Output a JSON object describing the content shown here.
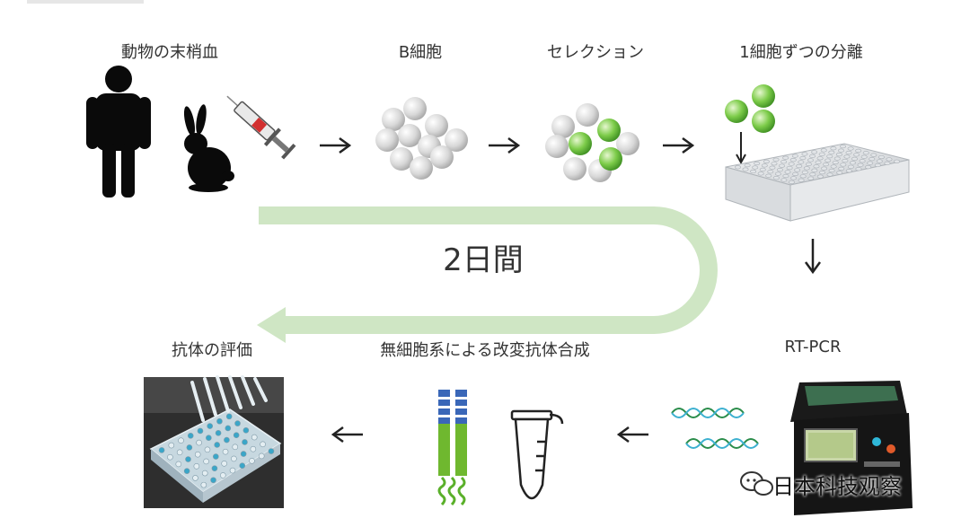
{
  "steps": {
    "animal_blood": "動物の末梢血",
    "b_cells": "B細胞",
    "selection": "セレクション",
    "single_cell": "1細胞ずつの分離",
    "rt_pcr": "RT-PCR",
    "cell_free": "無細胞系による改変抗体合成",
    "evaluation": "抗体の評価"
  },
  "cycle_label": "2日間",
  "watermark": "日本科技观察",
  "colors": {
    "loop": "#cfe6c4",
    "cell_gray": "#d9d9d9",
    "cell_green": "#7dcc4a",
    "arrow": "#222222"
  }
}
